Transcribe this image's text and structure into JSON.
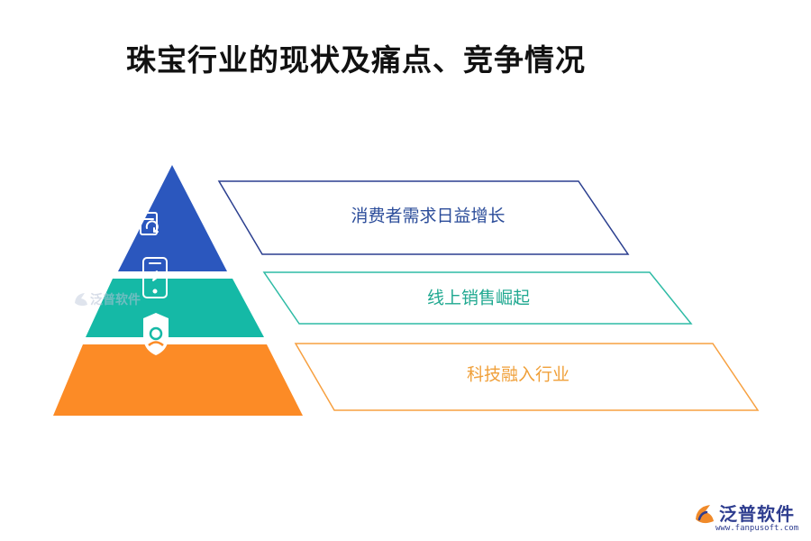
{
  "title": "珠宝行业的现状及痛点、竞争情况",
  "layers": [
    {
      "label": "消费者需求日益增长",
      "color": "#2B57BE",
      "text_color": "#2B4C9A",
      "icon": "document-refresh-icon"
    },
    {
      "label": "线上销售崛起",
      "color": "#15B9A6",
      "text_color": "#1FA890",
      "icon": "mobile-phone-icon"
    },
    {
      "label": "科技融入行业",
      "color": "#FC8B26",
      "text_color": "#F0A03A",
      "icon": "shield-user-icon"
    }
  ],
  "footer": {
    "brand": "泛普软件",
    "url": "www.fanpusoft.com"
  },
  "watermark": {
    "text": "泛普软件"
  },
  "colors": {
    "box1_border": "#2B3F8F",
    "box2_border": "#2EBBA5",
    "box3_border": "#F7A040"
  }
}
